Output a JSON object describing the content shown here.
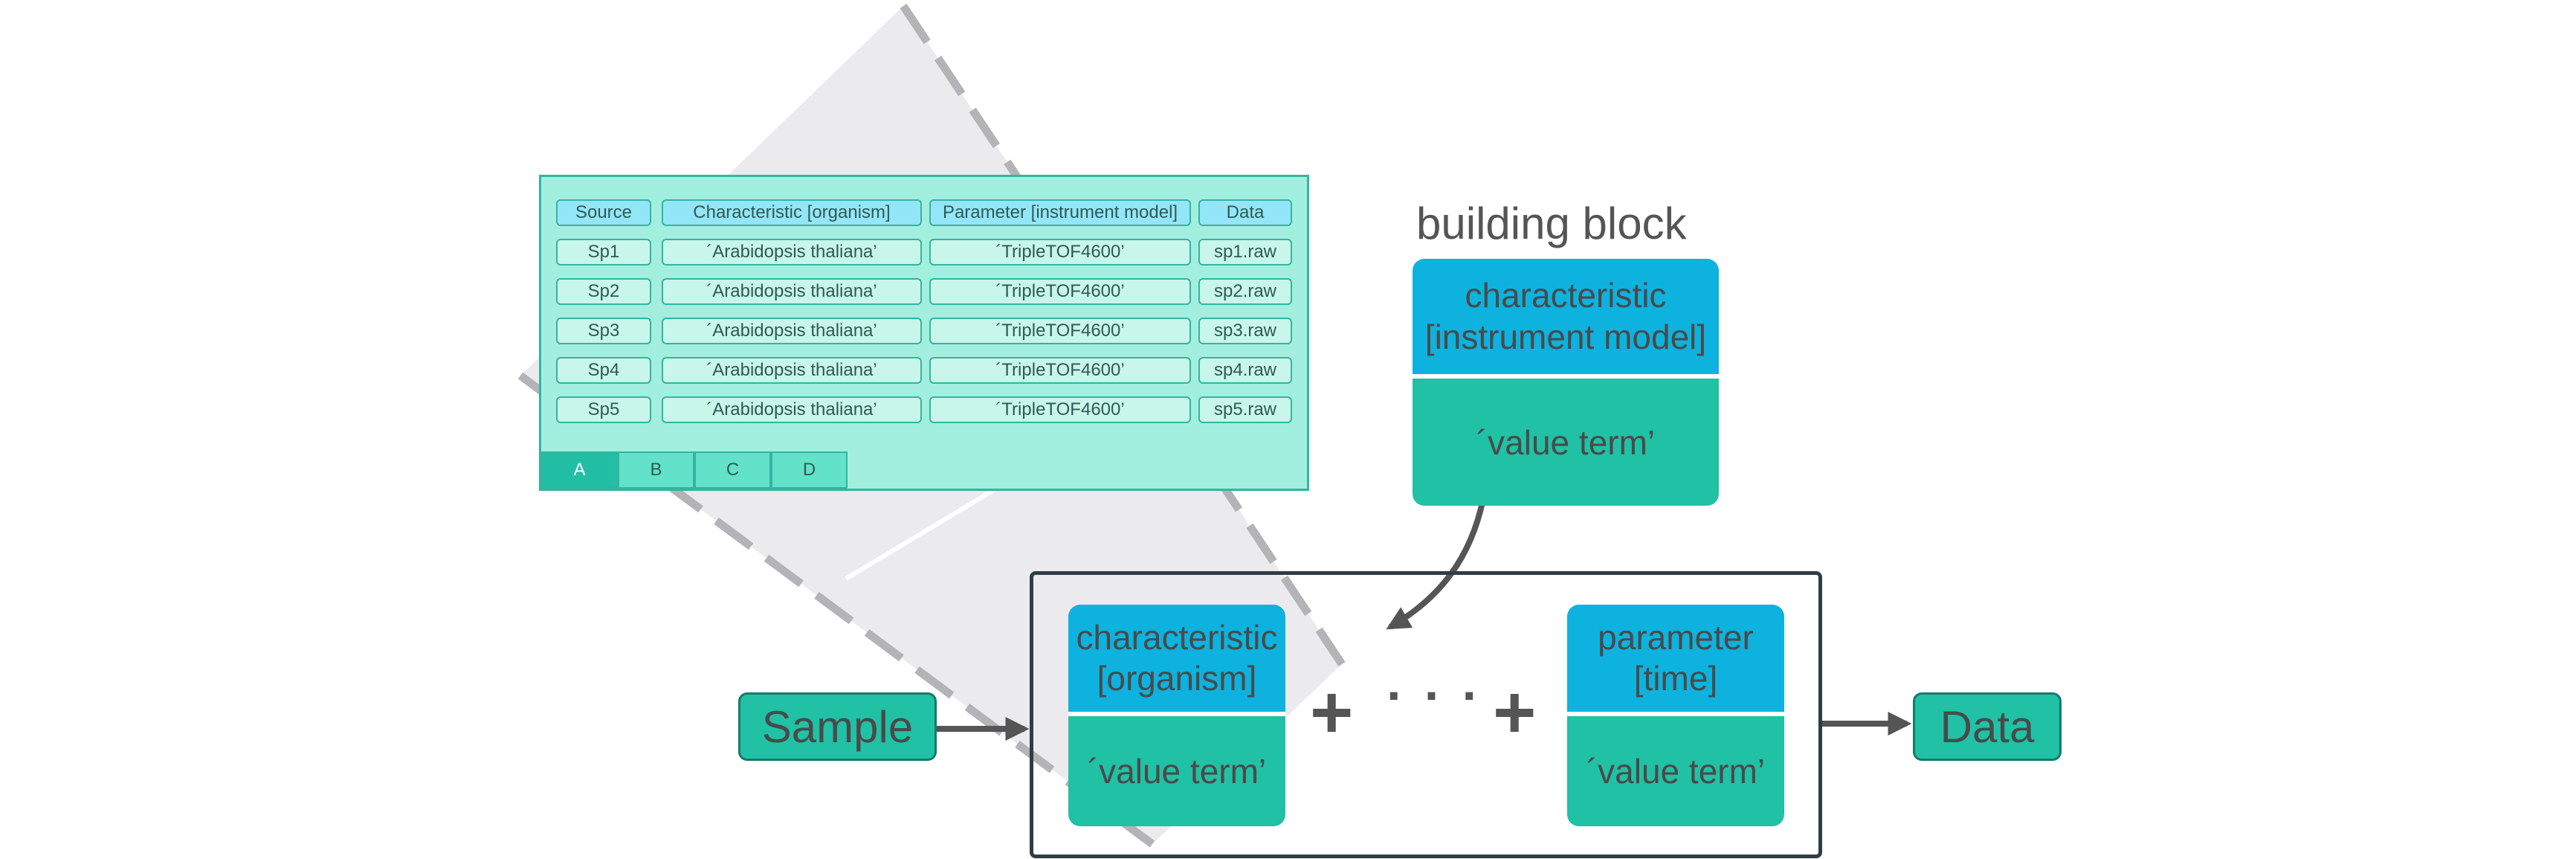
{
  "sheet": {
    "columns": [
      "Source",
      "Characteristic [organism]",
      "Parameter [instrument model]",
      "Data"
    ],
    "rows": [
      [
        "Sp1",
        "´Arabidopsis thaliana’",
        "´TripleTOF4600’",
        "sp1.raw"
      ],
      [
        "Sp2",
        "´Arabidopsis thaliana’",
        "´TripleTOF4600’",
        "sp2.raw"
      ],
      [
        "Sp3",
        "´Arabidopsis thaliana’",
        "´TripleTOF4600’",
        "sp3.raw"
      ],
      [
        "Sp4",
        "´Arabidopsis thaliana’",
        "´TripleTOF4600’",
        "sp4.raw"
      ],
      [
        "Sp5",
        "´Arabidopsis thaliana’",
        "´TripleTOF4600’",
        "sp5.raw"
      ]
    ],
    "tabs": [
      "A",
      "B",
      "C",
      "D"
    ],
    "active_tab": "A"
  },
  "building_block": {
    "title": "building block",
    "header_line1": "characteristic",
    "header_line2": "[instrument model]",
    "value": "´value term’"
  },
  "sequence": {
    "input_label": "Sample",
    "output_label": "Data",
    "block1_line1": "characteristic",
    "block1_line2": "[organism]",
    "block1_value": "´value term’",
    "plus_left": "+",
    "ellipsis": "· · ·",
    "plus_right": "+",
    "block2_line1": "parameter",
    "block2_line2": "[time]",
    "block2_value": "´value term’"
  },
  "colors": {
    "teal": "#20c1a5",
    "cyan": "#0db2de",
    "sheet_bg": "#a2efe0",
    "frame": "#2f3d45"
  }
}
